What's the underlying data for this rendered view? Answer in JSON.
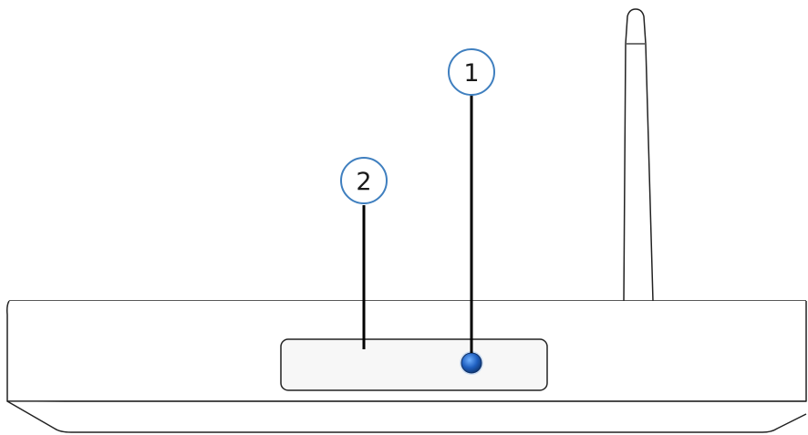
{
  "callouts": [
    {
      "label": "1",
      "target": "status-led"
    },
    {
      "label": "2",
      "target": "front-panel"
    }
  ],
  "colors": {
    "callout_ring": "#3f7fbf",
    "leader_line": "#000000",
    "device_outline": "#222222",
    "led_fill": "#1f5fbf",
    "led_glow": "#4a90e2"
  }
}
